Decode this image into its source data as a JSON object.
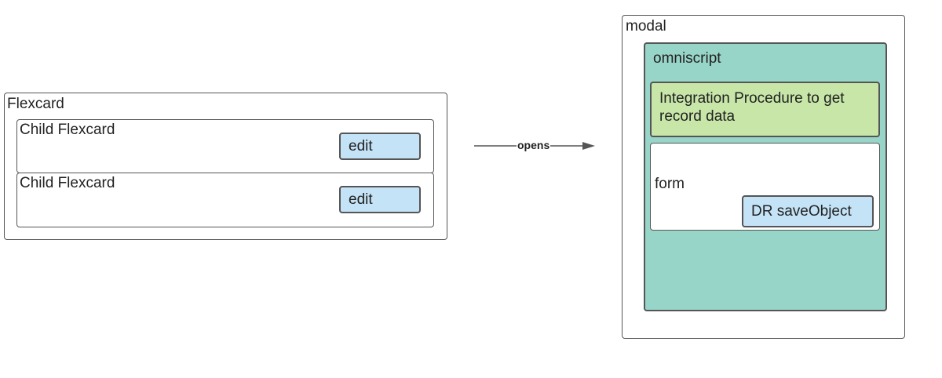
{
  "flexcard": {
    "title": "Flexcard",
    "children": [
      {
        "title": "Child Flexcard",
        "button_label": "edit"
      },
      {
        "title": "Child Flexcard",
        "button_label": "edit"
      }
    ]
  },
  "connector": {
    "label": "opens"
  },
  "modal": {
    "title": "modal",
    "omniscript": {
      "title": "omniscript",
      "integration_procedure": "Integration Procedure to get record data",
      "form": {
        "title": "form",
        "button_label": "DR saveObject"
      }
    }
  },
  "colors": {
    "border": "#555555",
    "button_fill": "#c5e3f7",
    "omniscript_fill": "#98d5c9",
    "integration_fill": "#c7e6a8",
    "background": "#ffffff"
  }
}
